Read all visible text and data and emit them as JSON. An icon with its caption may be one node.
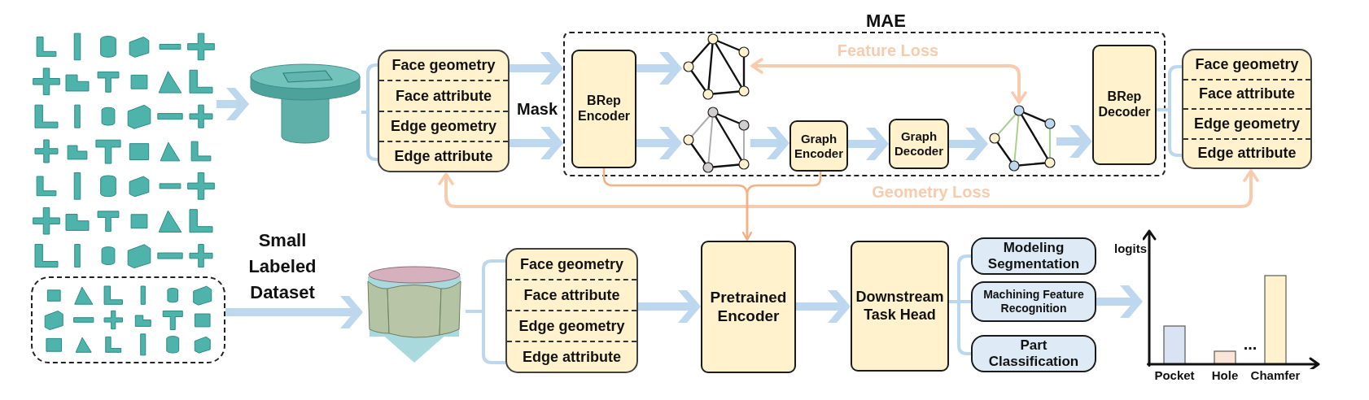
{
  "diagram": {
    "nodes": [
      {
        "text": [],
        "shape": "picture"
      },
      {
        "text": [],
        "shape": "box",
        "beside": [
          "Small Labeled Dataset"
        ]
      },
      {
        "text": [],
        "shape": "picture"
      },
      {
        "text": [
          "Face geometry",
          "Face attribute",
          "Edge geometry",
          "Edge attribute"
        ]
      },
      {
        "text": [
          "MAE"
        ]
      },
      {
        "text": [
          "BRep Encoder"
        ],
        "in": 4
      },
      {
        "text": [],
        "shape": "picture",
        "in": 4
      },
      {
        "text": [],
        "shape": "picture",
        "in": 4
      },
      {
        "text": [
          "Graph Encoder"
        ],
        "in": 4
      },
      {
        "text": [
          "Graph Decoder"
        ],
        "in": 4
      },
      {
        "text": [],
        "shape": "picture",
        "in": 4
      },
      {
        "text": [
          "BRep Decoder"
        ],
        "in": 4
      },
      {
        "text": [
          "Face geometry",
          "Face attribute",
          "Edge geometry",
          "Edge attribute"
        ]
      },
      {
        "text": [],
        "shape": "picture"
      },
      {
        "text": [
          "Face geometry",
          "Face attribute",
          "Edge geometry",
          "Edge attribute"
        ]
      },
      {
        "text": [
          "Pretrained Encoder"
        ]
      },
      {
        "text": [
          "Downstream Task Head"
        ]
      },
      {
        "text": [
          "Modeling Segmentation"
        ]
      },
      {
        "text": [
          "Machining Feature Recognition"
        ]
      },
      {
        "text": [
          "Part Classification"
        ]
      },
      {
        "text": [],
        "shape": "picture"
      }
    ],
    "edges": [
      {
        "from": 0,
        "to": 2,
        "arrow": "to"
      },
      {
        "from": 1,
        "to": 13,
        "arrow": "to"
      },
      {
        "from": 2,
        "to": 3,
        "arrow": "none"
      },
      {
        "from": 3,
        "to": 4,
        "arrow": "to"
      },
      {
        "from": 3,
        "to": 4,
        "arrow": "to",
        "label": "Mask"
      },
      {
        "from": 5,
        "to": 6,
        "arrow": "to"
      },
      {
        "from": 5,
        "to": 7,
        "arrow": "to"
      },
      {
        "from": 7,
        "to": 8,
        "arrow": "to"
      },
      {
        "from": 8,
        "to": 9,
        "arrow": "to"
      },
      {
        "from": 9,
        "to": 10,
        "arrow": "to"
      },
      {
        "from": 10,
        "to": 11,
        "arrow": "to"
      },
      {
        "from": 11,
        "to": 12,
        "arrow": "none"
      },
      {
        "from": 10,
        "to": 6,
        "arrow": "both",
        "label": "Feature Loss",
        "color": "#f8cbad"
      },
      {
        "from": 3,
        "to": 12,
        "arrow": "both",
        "label": "Geometry Loss",
        "color": "#f8cbad"
      },
      {
        "from": 5,
        "to": 15,
        "arrow": "to",
        "color": "#f4b183"
      },
      {
        "from": 8,
        "to": 15,
        "arrow": "to",
        "color": "#f4b183"
      },
      {
        "from": 13,
        "to": 14,
        "arrow": "none"
      },
      {
        "from": 14,
        "to": 15,
        "arrow": "to"
      },
      {
        "from": 15,
        "to": 16,
        "arrow": "to"
      },
      {
        "from": 16,
        "to": 17,
        "arrow": "none"
      },
      {
        "from": 16,
        "to": 18,
        "arrow": "none"
      },
      {
        "from": 16,
        "to": 19,
        "arrow": "none"
      },
      {
        "from": 18,
        "to": 20,
        "arrow": "to"
      }
    ],
    "labels": [
      "logits",
      "...",
      "Pocket",
      "Hole",
      "Chamfer"
    ]
  }
}
